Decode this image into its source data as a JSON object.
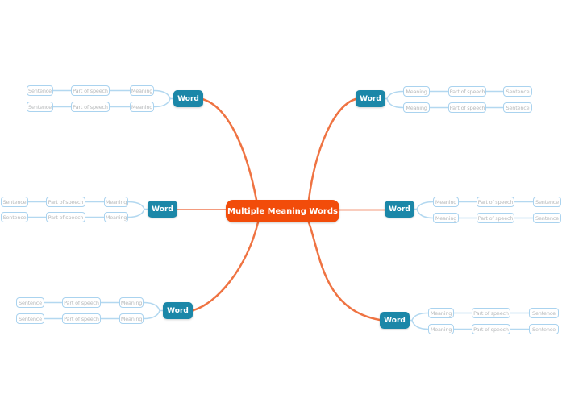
{
  "central": {
    "label": "Multiple Meaning Words"
  },
  "branches": [
    {
      "id": "top-left",
      "side": "left",
      "word": "Word",
      "rows": [
        {
          "meaning": "Meaning",
          "part_of_speech": "Part of speech",
          "sentence": "Sentence"
        },
        {
          "meaning": "Meaning",
          "part_of_speech": "Part of speech",
          "sentence": "Sentence"
        }
      ]
    },
    {
      "id": "top-right",
      "side": "right",
      "word": "Word",
      "rows": [
        {
          "meaning": "Meaning",
          "part_of_speech": "Part of speech",
          "sentence": "Sentence"
        },
        {
          "meaning": "Meaning",
          "part_of_speech": "Part of speech",
          "sentence": "Sentence"
        }
      ]
    },
    {
      "id": "middle-left",
      "side": "left",
      "word": "Word",
      "rows": [
        {
          "meaning": "Meaning",
          "part_of_speech": "Part of speech",
          "sentence": "Sentence"
        },
        {
          "meaning": "Meaning",
          "part_of_speech": "Part of speech",
          "sentence": "Sentence"
        }
      ]
    },
    {
      "id": "middle-right",
      "side": "right",
      "word": "Word",
      "rows": [
        {
          "meaning": "Meaning",
          "part_of_speech": "Part of speech",
          "sentence": "Sentence"
        },
        {
          "meaning": "Meaning",
          "part_of_speech": "Part of speech",
          "sentence": "Sentence"
        }
      ]
    },
    {
      "id": "bottom-left",
      "side": "left",
      "word": "Word",
      "rows": [
        {
          "meaning": "Meaning",
          "part_of_speech": "Part of speech",
          "sentence": "Sentence"
        },
        {
          "meaning": "Meaning",
          "part_of_speech": "Part of speech",
          "sentence": "Sentence"
        }
      ]
    },
    {
      "id": "bottom-right",
      "side": "right",
      "word": "Word",
      "rows": [
        {
          "meaning": "Meaning",
          "part_of_speech": "Part of speech",
          "sentence": "Sentence"
        },
        {
          "meaning": "Meaning",
          "part_of_speech": "Part of speech",
          "sentence": "Sentence"
        }
      ]
    }
  ],
  "colors": {
    "central_bg": "#f24c0a",
    "word_bg": "#1b87a8",
    "box_border": "#aad3ef",
    "box_text": "#b6b9bb",
    "blue_line": "#b3d8f0",
    "orange_curve": "#ef7342",
    "orange_line": "#f39b7e"
  }
}
